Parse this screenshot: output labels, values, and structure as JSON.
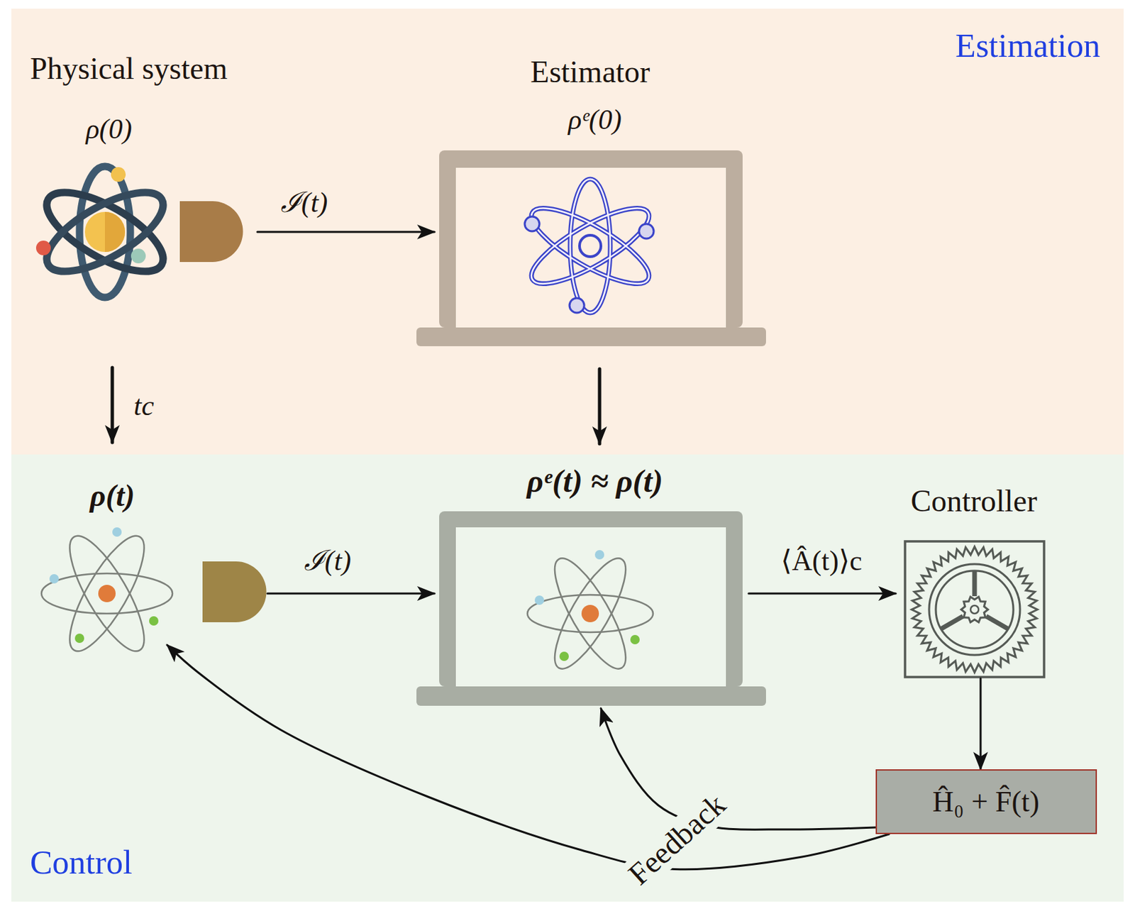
{
  "diagram": {
    "nodes": [
      {
        "text": [
          "Estimation"
        ]
      },
      {
        "text": [
          "Physical system",
          "ρ(0)"
        ],
        "in": 0
      },
      {
        "text": [
          "Estimator",
          "ρᵉ(0)"
        ],
        "in": 0
      },
      {
        "text": [
          "Control"
        ]
      },
      {
        "text": [
          "ρ(t)"
        ],
        "in": 3
      },
      {
        "text": [
          "ρᵉ(t) ≈ ρ(t)"
        ],
        "in": 3
      },
      {
        "text": [
          "Controller"
        ],
        "in": 3
      },
      {
        "text": [
          "Ĥ₀ + F̂(t)"
        ],
        "in": 3
      }
    ],
    "edges": [
      {
        "from": 1,
        "to": 2,
        "arrow": "to",
        "label": "ℐ(t)"
      },
      {
        "from": 1,
        "to": 4,
        "arrow": "to",
        "label": "tc"
      },
      {
        "from": 2,
        "to": 5,
        "arrow": "to"
      },
      {
        "from": 4,
        "to": 5,
        "arrow": "to",
        "label": "ℐ(t)"
      },
      {
        "from": 5,
        "to": 6,
        "arrow": "to",
        "label": "⟨Â(t)⟩c"
      },
      {
        "from": 6,
        "to": 7,
        "arrow": "to"
      },
      {
        "from": 7,
        "to": 5,
        "arrow": "to"
      },
      {
        "from": 7,
        "to": 4,
        "arrow": "to"
      }
    ],
    "labels": [
      "Feedback"
    ]
  }
}
